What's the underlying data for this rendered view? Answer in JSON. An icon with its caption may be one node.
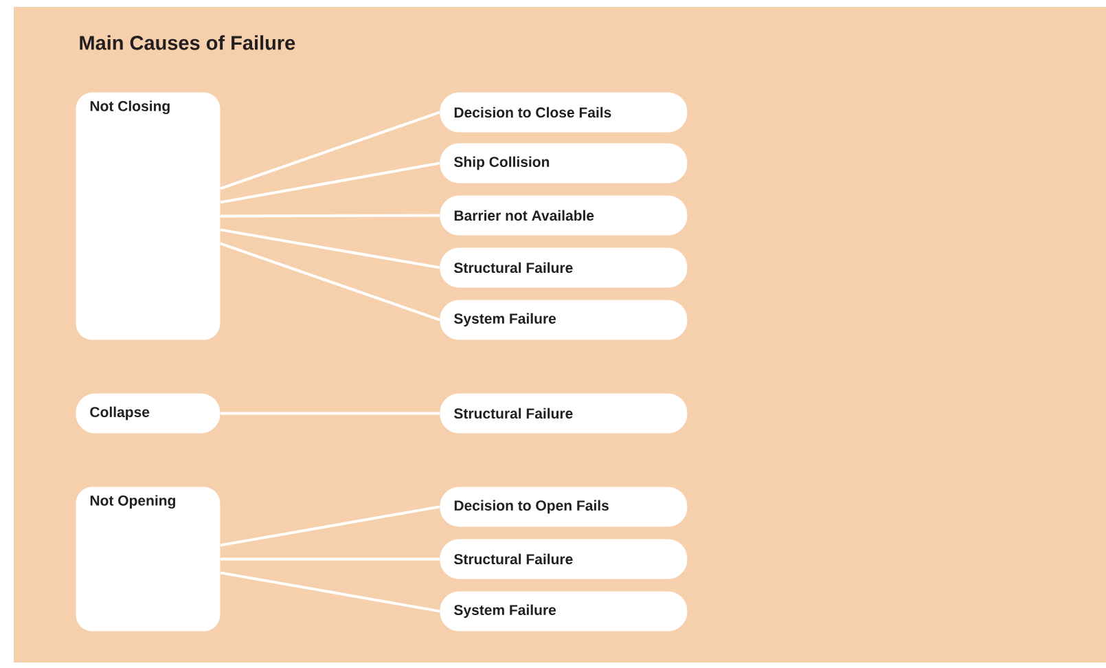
{
  "diagram": {
    "title": "Main Causes of Failure",
    "nodes": [
      {
        "text": [
          "Not Closing"
        ]
      },
      {
        "text": [
          "Decision to Close Fails"
        ]
      },
      {
        "text": [
          "Ship Collision"
        ]
      },
      {
        "text": [
          "Barrier not Available"
        ]
      },
      {
        "text": [
          "Structural Failure"
        ]
      },
      {
        "text": [
          "System Failure"
        ]
      },
      {
        "text": [
          "Collapse"
        ]
      },
      {
        "text": [
          "Structural Failure"
        ]
      },
      {
        "text": [
          "Not Opening"
        ]
      },
      {
        "text": [
          "Decision to Open Fails"
        ]
      },
      {
        "text": [
          "Structural Failure"
        ]
      },
      {
        "text": [
          "System Failure"
        ]
      }
    ],
    "edges": [
      {
        "from": 0,
        "to": 1,
        "arrow": "none"
      },
      {
        "from": 0,
        "to": 2,
        "arrow": "none"
      },
      {
        "from": 0,
        "to": 3,
        "arrow": "none"
      },
      {
        "from": 0,
        "to": 4,
        "arrow": "none"
      },
      {
        "from": 0,
        "to": 5,
        "arrow": "none"
      },
      {
        "from": 6,
        "to": 7,
        "arrow": "none"
      },
      {
        "from": 8,
        "to": 9,
        "arrow": "none"
      },
      {
        "from": 8,
        "to": 10,
        "arrow": "none"
      },
      {
        "from": 8,
        "to": 11,
        "arrow": "none"
      }
    ]
  }
}
